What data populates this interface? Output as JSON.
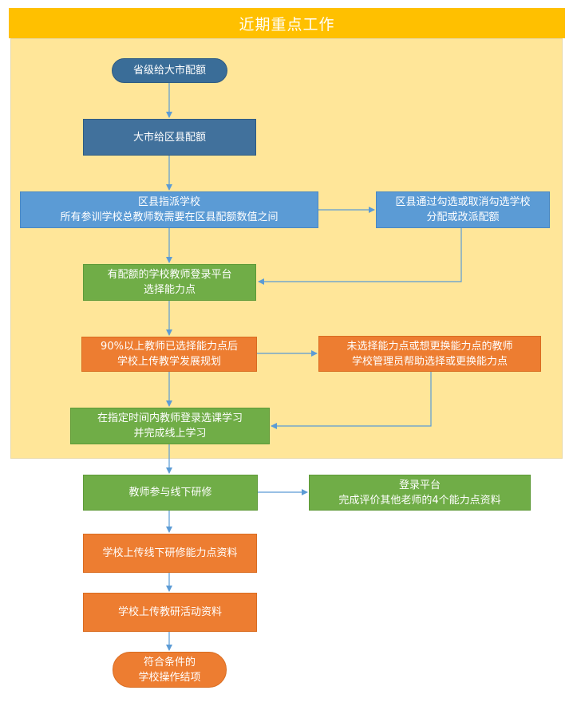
{
  "title": "近期重点工作",
  "nodes": {
    "n1": "省级给大市配额",
    "n2": "大市给区县配额",
    "n3": [
      "区县指派学校",
      "所有参训学校总教师数需要在区县配额数值之间"
    ],
    "n4": [
      "区县通过勾选或取消勾选学校",
      "分配或改派配额"
    ],
    "n5": [
      "有配额的学校教师登录平台",
      "选择能力点"
    ],
    "n6": [
      "90%以上教师已选择能力点后",
      "学校上传教学发展规划"
    ],
    "n7": [
      "未选择能力点或想更换能力点的教师",
      "学校管理员帮助选择或更换能力点"
    ],
    "n8": [
      "在指定时间内教师登录选课学习",
      "并完成线上学习"
    ],
    "n9": "教师参与线下研修",
    "n10": [
      "登录平台",
      "完成评价其他老师的4个能力点资料"
    ],
    "n11": "学校上传线下研修能力点资料",
    "n12": "学校上传教研活动资料",
    "n13": [
      "符合条件的",
      "学校操作结项"
    ]
  },
  "colors": {
    "title_bar": "#ffc000",
    "panel": "#ffe699",
    "navy": "#41719c",
    "blue": "#5b9bd5",
    "green": "#70ad47",
    "orange": "#ed7d31",
    "arrow": "#5b9bd5"
  }
}
